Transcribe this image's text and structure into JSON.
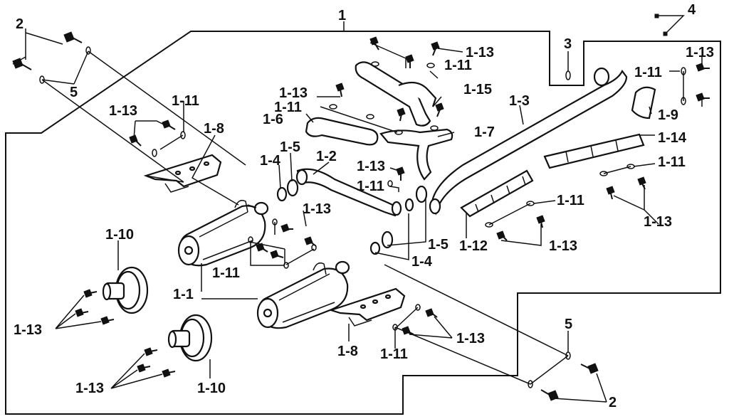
{
  "diagram": {
    "labels": {
      "l_1": "1",
      "l_2a": "2",
      "l_2b": "2",
      "l_3": "3",
      "l_4": "4",
      "l_5a": "5",
      "l_5b": "5",
      "l_1_1": "1-1",
      "l_1_2": "1-2",
      "l_1_3": "1-3",
      "l_1_4a": "1-4",
      "l_1_4b": "1-4",
      "l_1_5a": "1-5",
      "l_1_5b": "1-5",
      "l_1_6": "1-6",
      "l_1_7": "1-7",
      "l_1_8a": "1-8",
      "l_1_8b": "1-8",
      "l_1_9": "1-9",
      "l_1_10a": "1-10",
      "l_1_10b": "1-10",
      "l_1_11a": "1-11",
      "l_1_11b": "1-11",
      "l_1_11c": "1-11",
      "l_1_11d": "1-11",
      "l_1_11e": "1-11",
      "l_1_11f": "1-11",
      "l_1_11g": "1-11",
      "l_1_11h": "1-11",
      "l_1_11i": "1-11",
      "l_1_12": "1-12",
      "l_1_13a": "1-13",
      "l_1_13b": "1-13",
      "l_1_13c": "1-13",
      "l_1_13d": "1-13",
      "l_1_13e": "1-13",
      "l_1_13f": "1-13",
      "l_1_13g": "1-13",
      "l_1_13h": "1-13",
      "l_1_13i": "1-13",
      "l_1_13j": "1-13",
      "l_1_13k": "1-13",
      "l_1_14": "1-14",
      "l_1_15": "1-15"
    }
  }
}
